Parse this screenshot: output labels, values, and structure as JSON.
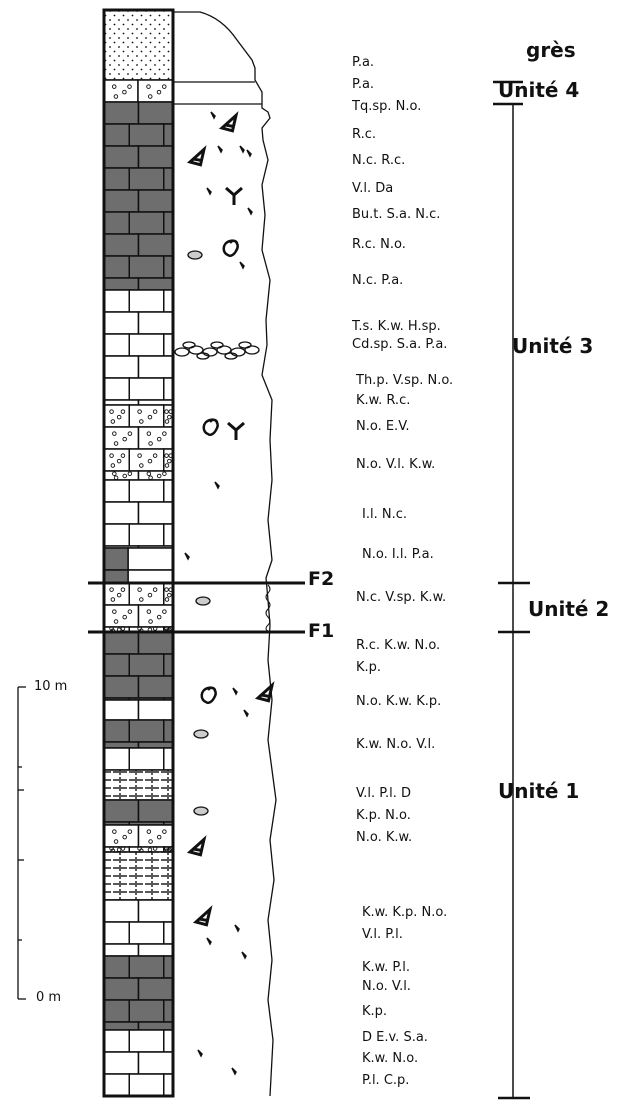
{
  "units": {
    "gres": "grès",
    "u4": "Unité 4",
    "u3": "Unité 3",
    "u2": "Unité 2",
    "u1": "Unité 1"
  },
  "faults": {
    "f2": "F2",
    "f1": "F1"
  },
  "scale": {
    "top": "10 m",
    "bottom": "0 m"
  },
  "fossil_labels": [
    "P.a.",
    "P.a.",
    "Tq.sp. N.o.",
    "R.c.",
    "N.c. R.c.",
    "V.l. Da",
    "Bu.t. S.a. N.c.",
    "R.c. N.o.",
    "N.c. P.a.",
    "T.s.  K.w. H.sp.",
    "Cd.sp. S.a. P.a.",
    "Th.p. V.sp. N.o.",
    "K.w. R.c.",
    "N.o. E.V.",
    "N.o. V.l. K.w.",
    "I.l. N.c.",
    "N.o. I.l. P.a.",
    "N.c. V.sp. K.w.",
    "R.c. K.w. N.o.",
    "K.p.",
    "N.o. K.w. K.p.",
    "K.w. N.o. V.l.",
    "V.l. P.l. D",
    "K.p. N.o.",
    "N.o. K.w.",
    "K.w. K.p. N.o.",
    "V.l. P.l.",
    "K.w. P.l.",
    "N.o. V.l.",
    "K.p.",
    "D  E.v. S.a.",
    "K.w. N.o.",
    "P.l.    C.p."
  ]
}
